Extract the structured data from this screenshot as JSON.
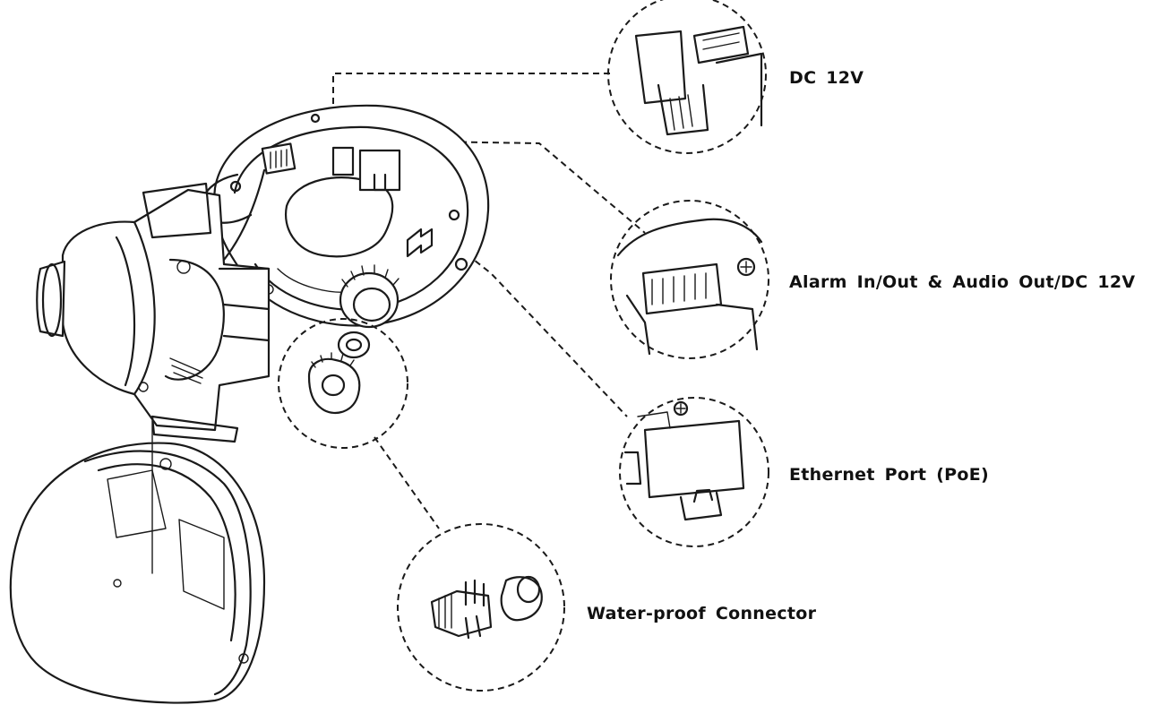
{
  "callouts": {
    "dc_12v": "DC  12V",
    "alarm_audio": "Alarm  In/Out  &  Audio  Out/DC  12V",
    "ethernet": "Ethernet  Port  (PoE)",
    "waterproof": "Water-proof  Connector"
  }
}
